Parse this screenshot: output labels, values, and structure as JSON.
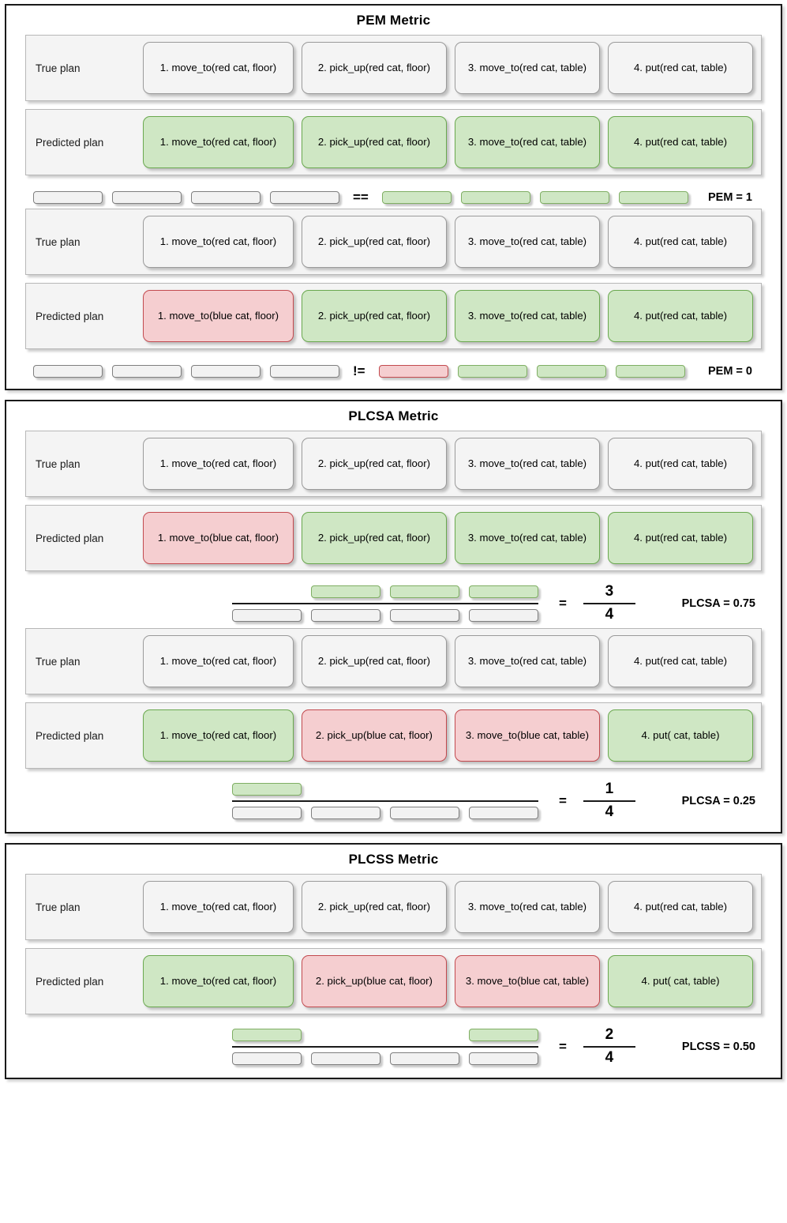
{
  "sections": [
    {
      "title": "PEM Metric",
      "examples": [
        {
          "true_plan": {
            "label": "True plan",
            "steps": [
              {
                "text": "1. move_to(red cat, floor)",
                "color": "neutral"
              },
              {
                "text": "2. pick_up(red cat, floor)",
                "color": "neutral"
              },
              {
                "text": "3. move_to(red cat, table)",
                "color": "neutral"
              },
              {
                "text": "4. put(red cat, table)",
                "color": "neutral"
              }
            ]
          },
          "predicted_plan": {
            "label": "Predicted plan",
            "steps": [
              {
                "text": "1. move_to(red cat, floor)",
                "color": "green"
              },
              {
                "text": "2. pick_up(red cat, floor)",
                "color": "green"
              },
              {
                "text": "3. move_to(red cat, table)",
                "color": "green"
              },
              {
                "text": "4. put(red cat, table)",
                "color": "green"
              }
            ]
          },
          "comparison": {
            "kind": "equality",
            "left_bars": [
              "neutral",
              "neutral",
              "neutral",
              "neutral"
            ],
            "operator": "==",
            "right_bars": [
              "green",
              "green",
              "green",
              "green"
            ],
            "result": "PEM = 1"
          }
        },
        {
          "true_plan": {
            "label": "True plan",
            "steps": [
              {
                "text": "1. move_to(red cat, floor)",
                "color": "neutral"
              },
              {
                "text": "2. pick_up(red cat, floor)",
                "color": "neutral"
              },
              {
                "text": "3. move_to(red cat, table)",
                "color": "neutral"
              },
              {
                "text": "4. put(red cat, table)",
                "color": "neutral"
              }
            ]
          },
          "predicted_plan": {
            "label": "Predicted plan",
            "steps": [
              {
                "text": "1. move_to(blue cat, floor)",
                "color": "red"
              },
              {
                "text": "2. pick_up(red cat, floor)",
                "color": "green"
              },
              {
                "text": "3. move_to(red cat, table)",
                "color": "green"
              },
              {
                "text": "4. put(red cat, table)",
                "color": "green"
              }
            ]
          },
          "comparison": {
            "kind": "equality",
            "left_bars": [
              "neutral",
              "neutral",
              "neutral",
              "neutral"
            ],
            "operator": "!=",
            "right_bars": [
              "red",
              "green",
              "green",
              "green"
            ],
            "result": "PEM = 0"
          }
        }
      ]
    },
    {
      "title": "PLCSA Metric",
      "examples": [
        {
          "true_plan": {
            "label": "True plan",
            "steps": [
              {
                "text": "1. move_to(red cat, floor)",
                "color": "neutral"
              },
              {
                "text": "2. pick_up(red cat, floor)",
                "color": "neutral"
              },
              {
                "text": "3. move_to(red cat, table)",
                "color": "neutral"
              },
              {
                "text": "4. put(red cat, table)",
                "color": "neutral"
              }
            ]
          },
          "predicted_plan": {
            "label": "Predicted plan",
            "steps": [
              {
                "text": "1. move_to(blue cat, floor)",
                "color": "red"
              },
              {
                "text": "2. pick_up(red cat, floor)",
                "color": "green"
              },
              {
                "text": "3. move_to(red cat, table)",
                "color": "green"
              },
              {
                "text": "4. put(red cat, table)",
                "color": "green"
              }
            ]
          },
          "comparison": {
            "kind": "fraction",
            "numerator_bars": [
              "hidden",
              "green",
              "green",
              "green"
            ],
            "denominator_bars": [
              "neutral",
              "neutral",
              "neutral",
              "neutral"
            ],
            "operator": "=",
            "fraction_top": "3",
            "fraction_bottom": "4",
            "result": "PLCSA = 0.75"
          }
        },
        {
          "true_plan": {
            "label": "True plan",
            "steps": [
              {
                "text": "1. move_to(red cat, floor)",
                "color": "neutral"
              },
              {
                "text": "2. pick_up(red cat, floor)",
                "color": "neutral"
              },
              {
                "text": "3. move_to(red cat, table)",
                "color": "neutral"
              },
              {
                "text": "4. put(red cat, table)",
                "color": "neutral"
              }
            ]
          },
          "predicted_plan": {
            "label": "Predicted plan",
            "steps": [
              {
                "text": "1. move_to(red cat, floor)",
                "color": "green"
              },
              {
                "text": "2. pick_up(blue cat, floor)",
                "color": "red"
              },
              {
                "text": "3. move_to(blue cat, table)",
                "color": "red"
              },
              {
                "text": "4. put( cat, table)",
                "color": "green"
              }
            ]
          },
          "comparison": {
            "kind": "fraction",
            "numerator_bars": [
              "green",
              "hidden",
              "hidden",
              "hidden"
            ],
            "denominator_bars": [
              "neutral",
              "neutral",
              "neutral",
              "neutral"
            ],
            "operator": "=",
            "fraction_top": "1",
            "fraction_bottom": "4",
            "result": "PLCSA = 0.25"
          }
        }
      ]
    },
    {
      "title": "PLCSS Metric",
      "examples": [
        {
          "true_plan": {
            "label": "True plan",
            "steps": [
              {
                "text": "1. move_to(red cat, floor)",
                "color": "neutral"
              },
              {
                "text": "2. pick_up(red cat, floor)",
                "color": "neutral"
              },
              {
                "text": "3. move_to(red cat, table)",
                "color": "neutral"
              },
              {
                "text": "4. put(red cat, table)",
                "color": "neutral"
              }
            ]
          },
          "predicted_plan": {
            "label": "Predicted plan",
            "steps": [
              {
                "text": "1. move_to(red cat, floor)",
                "color": "green"
              },
              {
                "text": "2. pick_up(blue cat, floor)",
                "color": "red"
              },
              {
                "text": "3. move_to(blue cat, table)",
                "color": "red"
              },
              {
                "text": "4. put( cat, table)",
                "color": "green"
              }
            ]
          },
          "comparison": {
            "kind": "fraction",
            "numerator_bars": [
              "green",
              "hidden",
              "hidden",
              "green"
            ],
            "denominator_bars": [
              "neutral",
              "neutral",
              "neutral",
              "neutral"
            ],
            "operator": "=",
            "fraction_top": "2",
            "fraction_bottom": "4",
            "result": "PLCSS = 0.50"
          }
        }
      ]
    }
  ],
  "colors": {
    "green_fill": "#cfe7c4",
    "green_border": "#6aa84f",
    "red_fill": "#f5ced0",
    "red_border": "#c24a4f",
    "neutral_fill": "#f4f4f4",
    "neutral_border": "#9a9a9a",
    "panel_fill": "#f4f4f4",
    "frame_border": "#1a1a1a"
  }
}
